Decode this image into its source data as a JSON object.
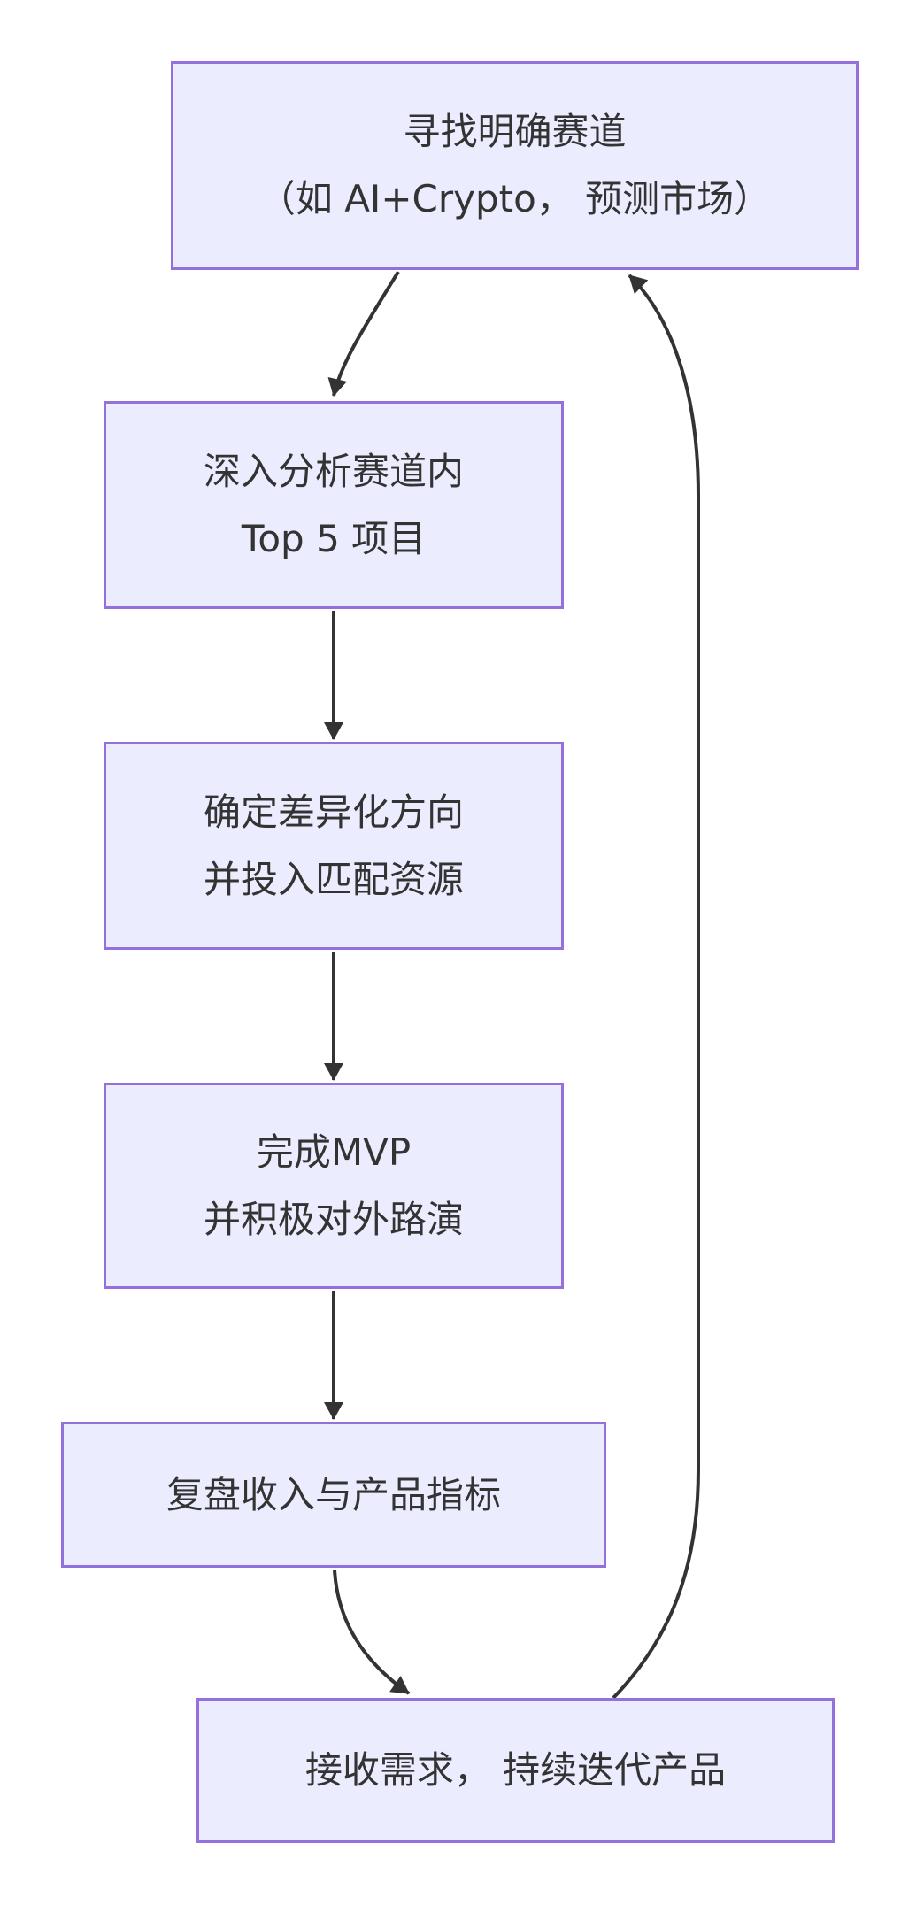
{
  "diagram": {
    "type": "flowchart",
    "direction": "top-down",
    "colors": {
      "background": "#ffffff",
      "node_fill": "#ECECFF",
      "node_border": "#9370DB",
      "edge": "#333333",
      "text": "#333333"
    },
    "nodes": [
      {
        "id": "find-track",
        "lines": [
          "寻找明确赛道",
          "（如 AI+Crypto， 预测市场）"
        ]
      },
      {
        "id": "analyze-top5",
        "lines": [
          "深入分析赛道内",
          "Top 5 项目"
        ]
      },
      {
        "id": "differentiation",
        "lines": [
          "确定差异化方向",
          "并投入匹配资源"
        ]
      },
      {
        "id": "mvp-roadshow",
        "lines": [
          "完成MVP",
          "并积极对外路演"
        ]
      },
      {
        "id": "review-metrics",
        "lines": [
          "复盘收入与产品指标"
        ]
      },
      {
        "id": "iterate-product",
        "lines": [
          "接收需求， 持续迭代产品"
        ]
      }
    ],
    "edges": [
      {
        "from": "find-track",
        "to": "analyze-top5"
      },
      {
        "from": "analyze-top5",
        "to": "differentiation"
      },
      {
        "from": "differentiation",
        "to": "mvp-roadshow"
      },
      {
        "from": "mvp-roadshow",
        "to": "review-metrics"
      },
      {
        "from": "review-metrics",
        "to": "iterate-product"
      },
      {
        "from": "iterate-product",
        "to": "find-track"
      }
    ]
  }
}
